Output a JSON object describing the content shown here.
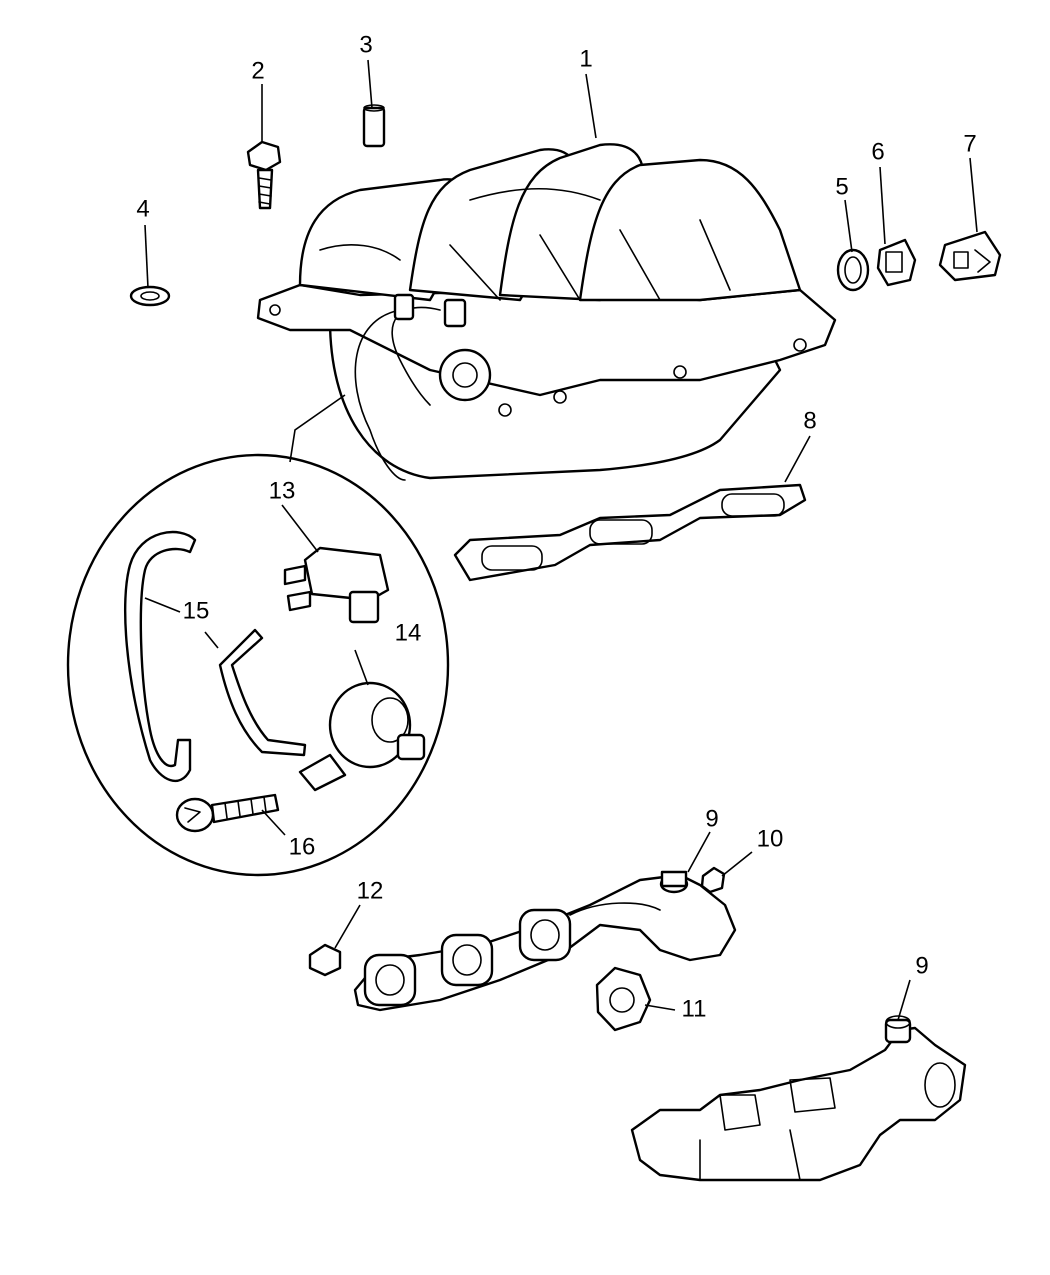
{
  "diagram": {
    "callouts": [
      {
        "id": "c1",
        "text": "1"
      },
      {
        "id": "c2",
        "text": "2"
      },
      {
        "id": "c3",
        "text": "3"
      },
      {
        "id": "c4",
        "text": "4"
      },
      {
        "id": "c5",
        "text": "5"
      },
      {
        "id": "c6",
        "text": "6"
      },
      {
        "id": "c7",
        "text": "7"
      },
      {
        "id": "c8",
        "text": "8"
      },
      {
        "id": "c9a",
        "text": "9"
      },
      {
        "id": "c9b",
        "text": "9"
      },
      {
        "id": "c10",
        "text": "10"
      },
      {
        "id": "c11",
        "text": "11"
      },
      {
        "id": "c12",
        "text": "12"
      },
      {
        "id": "c13",
        "text": "13"
      },
      {
        "id": "c14",
        "text": "14"
      },
      {
        "id": "c15",
        "text": "15"
      },
      {
        "id": "c16",
        "text": "16"
      }
    ]
  }
}
